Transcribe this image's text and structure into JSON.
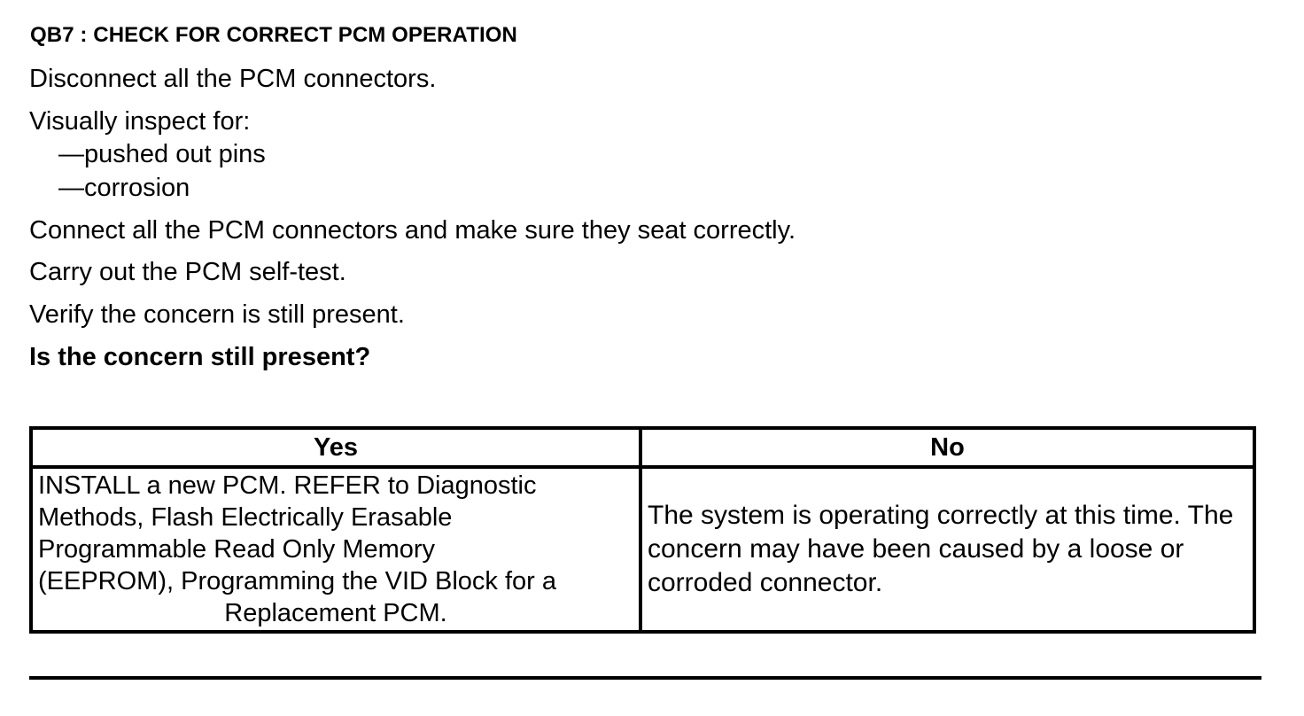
{
  "heading": "QB7 : CHECK FOR CORRECT PCM OPERATION",
  "steps": {
    "disconnect": "Disconnect all the PCM connectors.",
    "inspect": "Visually inspect for:",
    "inspect_items": [
      "—pushed out pins",
      "—corrosion"
    ],
    "connect": "Connect all the PCM connectors and make sure they seat correctly.",
    "self_test": "Carry out the PCM self-test.",
    "verify": "Verify the concern is still present."
  },
  "question": "Is the concern still present?",
  "table": {
    "headers": [
      "Yes",
      "No"
    ],
    "yes_lines": [
      "INSTALL a new PCM. REFER to Diagnostic",
      "Methods,  Flash Electrically Erasable",
      "Programmable Read Only Memory",
      "(EEPROM), Programming the VID Block for a",
      "Replacement PCM."
    ],
    "no_text": "The system is operating correctly at this time. The concern may have been caused by a loose or corroded connector."
  }
}
